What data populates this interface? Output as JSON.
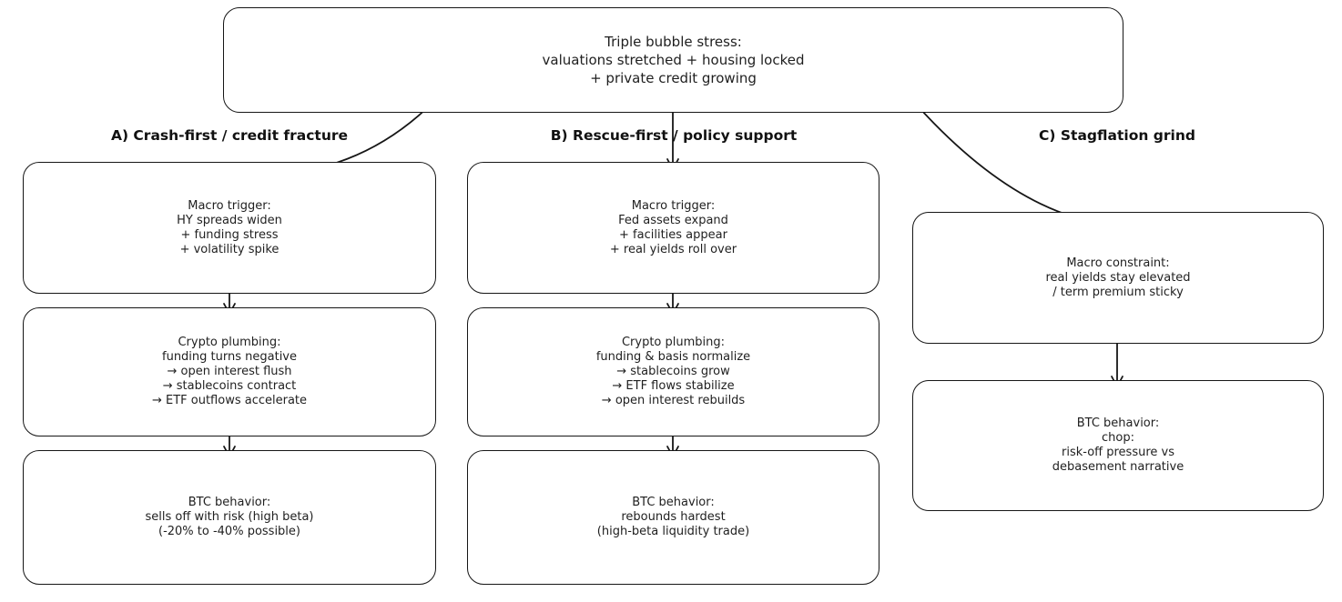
{
  "colors": {
    "stroke": "#161616",
    "text": "#1f1f1f",
    "background": "#ffffff"
  },
  "root_box": {
    "lines": [
      "Triple bubble stress:",
      "valuations stretched + housing locked",
      "+ private credit growing"
    ]
  },
  "columns": [
    {
      "id": "A",
      "header": "A) Crash-first / credit fracture",
      "boxes": [
        {
          "lines": [
            "Macro trigger:",
            "HY spreads widen",
            "+ funding stress",
            "+ volatility spike"
          ]
        },
        {
          "lines": [
            "Crypto plumbing:",
            "funding turns negative",
            "→ open interest flush",
            "→ stablecoins contract",
            "→ ETF outflows accelerate"
          ]
        },
        {
          "lines": [
            "BTC behavior:",
            "sells off with risk (high beta)",
            "(-20% to -40% possible)"
          ]
        }
      ]
    },
    {
      "id": "B",
      "header": "B) Rescue-first / policy support",
      "boxes": [
        {
          "lines": [
            "Macro trigger:",
            "Fed assets expand",
            "+ facilities appear",
            "+ real yields roll over"
          ]
        },
        {
          "lines": [
            "Crypto plumbing:",
            "funding & basis normalize",
            "→ stablecoins grow",
            "→ ETF flows stabilize",
            "→ open interest rebuilds"
          ]
        },
        {
          "lines": [
            "BTC behavior:",
            "rebounds hardest",
            "(high-beta liquidity trade)"
          ]
        }
      ]
    },
    {
      "id": "C",
      "header": "C) Stagflation grind",
      "boxes": [
        {
          "lines": [
            "Macro constraint:",
            "real yields stay elevated",
            "/ term premium sticky"
          ]
        },
        {
          "lines": [
            "BTC behavior:",
            "chop:",
            "risk-off pressure vs",
            "debasement narrative"
          ]
        }
      ]
    }
  ],
  "edges": [
    {
      "from": "root",
      "to": "A-box-1"
    },
    {
      "from": "root",
      "to": "B-box-1"
    },
    {
      "from": "root",
      "to": "C-box-1"
    },
    {
      "from": "A-box-1",
      "to": "A-box-2"
    },
    {
      "from": "A-box-2",
      "to": "A-box-3"
    },
    {
      "from": "B-box-1",
      "to": "B-box-2"
    },
    {
      "from": "B-box-2",
      "to": "B-box-3"
    },
    {
      "from": "C-box-1",
      "to": "C-box-2"
    }
  ]
}
